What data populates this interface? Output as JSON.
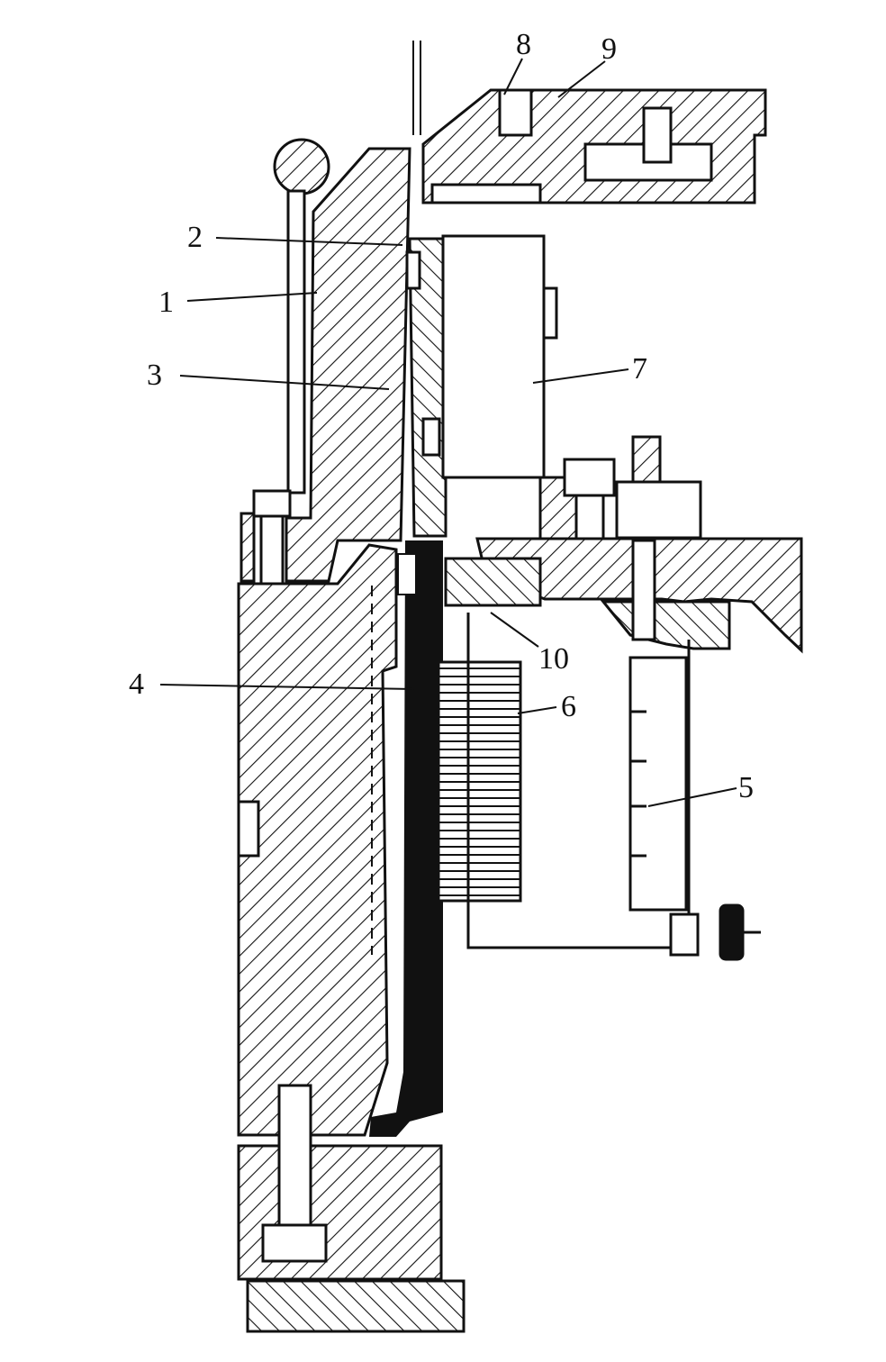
{
  "diagram": {
    "type": "mechanical cross-section",
    "labels": [
      {
        "id": "1",
        "text": "1"
      },
      {
        "id": "2",
        "text": "2"
      },
      {
        "id": "3",
        "text": "3"
      },
      {
        "id": "4",
        "text": "4"
      },
      {
        "id": "5",
        "text": "5"
      },
      {
        "id": "6",
        "text": "6"
      },
      {
        "id": "7",
        "text": "7"
      },
      {
        "id": "8",
        "text": "8"
      },
      {
        "id": "9",
        "text": "9"
      },
      {
        "id": "10",
        "text": "10"
      }
    ],
    "colors": {
      "ink": "#111111",
      "paper": "#ffffff"
    }
  }
}
